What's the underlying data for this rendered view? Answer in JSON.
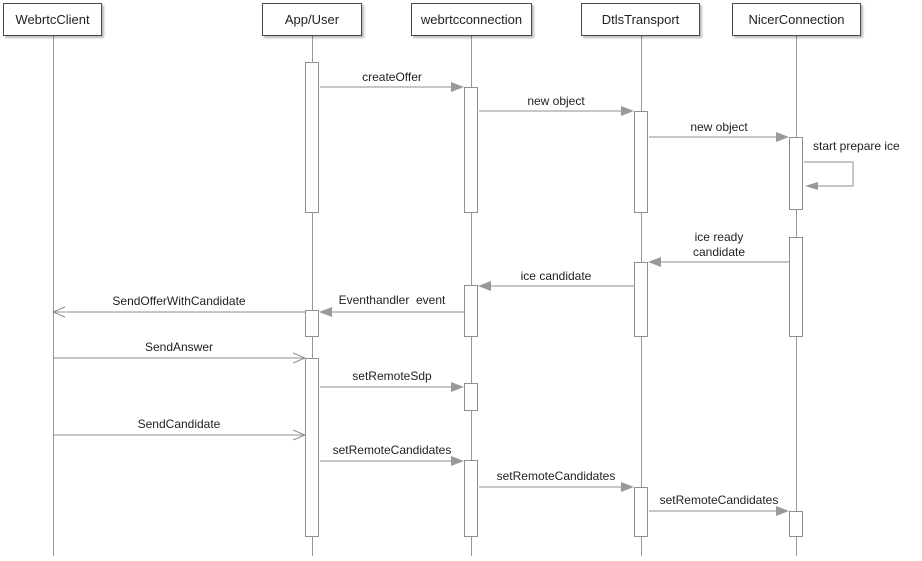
{
  "diagram": {
    "type": "uml-sequence-diagram",
    "participants": [
      {
        "name": "WebrtcClient"
      },
      {
        "name": "App/User"
      },
      {
        "name": "webrtcconnection"
      },
      {
        "name": "DtlsTransport"
      },
      {
        "name": "NicerConnection"
      }
    ],
    "messages": [
      {
        "label": "createOffer",
        "from": "App/User",
        "to": "webrtcconnection",
        "style": "sync-filled-arrow"
      },
      {
        "label": "new object",
        "from": "webrtcconnection",
        "to": "DtlsTransport",
        "style": "sync-filled-arrow"
      },
      {
        "label": "new object",
        "from": "DtlsTransport",
        "to": "NicerConnection",
        "style": "sync-filled-arrow"
      },
      {
        "label": "start prepare ice",
        "from": "NicerConnection",
        "to": "NicerConnection",
        "style": "self-message"
      },
      {
        "label": "ice ready candidate",
        "lines": [
          "ice ready",
          "candidate"
        ],
        "from": "NicerConnection",
        "to": "DtlsTransport",
        "style": "sync-filled-arrow"
      },
      {
        "label": "ice candidate",
        "from": "DtlsTransport",
        "to": "webrtcconnection",
        "style": "sync-filled-arrow"
      },
      {
        "label": "Eventhandler  event",
        "from": "webrtcconnection",
        "to": "App/User",
        "style": "sync-filled-arrow"
      },
      {
        "label": "SendOfferWithCandidate",
        "from": "App/User",
        "to": "WebrtcClient",
        "style": "async-open-arrow"
      },
      {
        "label": "SendAnswer",
        "from": "WebrtcClient",
        "to": "App/User",
        "style": "async-open-arrow"
      },
      {
        "label": "setRemoteSdp",
        "from": "App/User",
        "to": "webrtcconnection",
        "style": "sync-filled-arrow"
      },
      {
        "label": "SendCandidate",
        "from": "WebrtcClient",
        "to": "App/User",
        "style": "async-open-arrow"
      },
      {
        "label": "setRemoteCandidates",
        "from": "App/User",
        "to": "webrtcconnection",
        "style": "sync-filled-arrow"
      },
      {
        "label": "setRemoteCandidates",
        "from": "webrtcconnection",
        "to": "DtlsTransport",
        "style": "sync-filled-arrow"
      },
      {
        "label": "setRemoteCandidates",
        "from": "DtlsTransport",
        "to": "NicerConnection",
        "style": "sync-filled-arrow"
      }
    ],
    "colors": {
      "background": "#ffffff",
      "line": "#8f8f8f",
      "arrowhead": "#999999",
      "lifeline": "#9a9a9a",
      "box_border": "#4a4a4a",
      "box_fill": "#ffffff",
      "text": "#1f1f1f"
    }
  }
}
